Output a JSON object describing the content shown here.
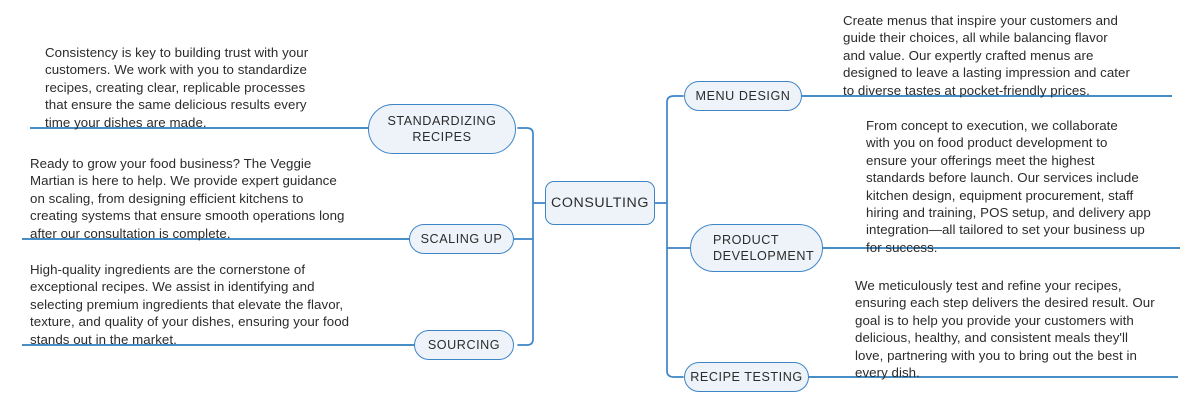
{
  "diagram": {
    "type": "mind-map",
    "title": "CONSULTING services mind map",
    "colors": {
      "node_border": "#3d85c8",
      "node_fill": "#eef3fa",
      "connector": "#3d85c8",
      "underline": "#2e7ebb",
      "text": "#2b2b2b",
      "background": "#ffffff"
    }
  },
  "center": {
    "label": "CONSULTING"
  },
  "branches": {
    "left": [
      {
        "label": "STANDARDIZING\nRECIPES",
        "description": "Consistency is key to building trust with your\ncustomers. We work with you to standardize\nrecipes, creating clear, replicable processes\nthat ensure the same delicious results every\ntime your dishes are made."
      },
      {
        "label": "SCALING UP",
        "description": "Ready to grow your food business? The Veggie\nMartian is here to help. We provide expert guidance\non scaling, from designing efficient kitchens to\ncreating systems that ensure smooth operations long\nafter our consultation is complete."
      },
      {
        "label": "SOURCING",
        "description": "High-quality ingredients are the cornerstone of\nexceptional recipes. We assist in identifying and\nselecting premium ingredients that elevate the flavor,\ntexture, and quality of your dishes, ensuring your food\nstands out in the market."
      }
    ],
    "right": [
      {
        "label": "MENU DESIGN",
        "description": "Create menus that inspire your customers and\nguide their choices, all while balancing flavor\nand value. Our expertly crafted menus are\ndesigned to leave a lasting impression and cater\nto diverse tastes at pocket-friendly prices."
      },
      {
        "label": "PRODUCT\nDEVELOPMENT",
        "description": "From concept to execution, we collaborate\nwith you on food product development to\nensure your offerings meet the highest\nstandards before launch. Our services include\nkitchen design, equipment procurement, staff\nhiring and training, POS setup, and delivery app\nintegration—all tailored to set your business up\nfor success."
      },
      {
        "label": "RECIPE TESTING",
        "description": "We meticulously test and refine your recipes,\nensuring each step delivers the desired result. Our\ngoal is to help you provide your customers with\ndelicious, healthy, and consistent meals they'll\nlove, partnering with you to bring out the best in\nevery dish."
      }
    ]
  }
}
